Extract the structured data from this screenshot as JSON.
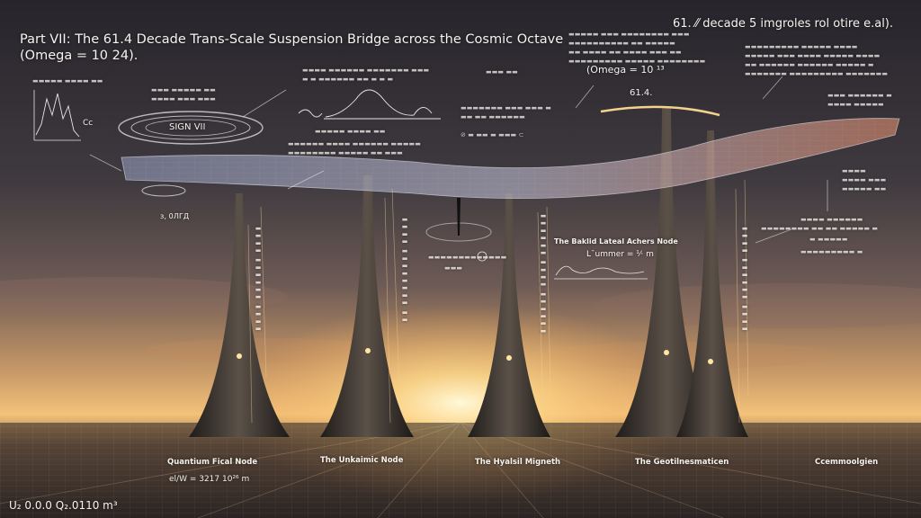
{
  "title": {
    "line1": "Part VII: The 61.4 Decade Trans-Scale Suspension Bridge across the Cosmic Octave",
    "line2": "(Omega = 10 24)."
  },
  "header_right": "61. ⁄⁄ decade 5 imgroles rol otire e.al).",
  "omega_note": "(Omega = 10 ¹³",
  "decade_value": "61.4.",
  "left_panel": {
    "line1": "Cc"
  },
  "ring_label": "SIGN VII",
  "left_annot": "з‚ 0ЛГД",
  "node_mid_label": "The Baklid Lateal Achers Node",
  "node_mid_sub": "Lˉummer = ¹⁄· m",
  "nodes": [
    {
      "name": "Quantium Fical Node"
    },
    {
      "name": "The Unkaimic Node"
    },
    {
      "name": "The Hyalsil Migneth"
    },
    {
      "name": "The Geotilnesmaticen"
    },
    {
      "name": "Ccemmoolgien"
    }
  ],
  "bottom_formula": "U₂ 0.0.0 Q₂.0110 m³",
  "bottom_value": "el/W = 3217 10²⁶ m",
  "colors": {
    "sky_top": "#2a2730",
    "horizon": "#f3c27a",
    "sun": "#fff2c4",
    "tower": "#3a3633",
    "cable": "#f3d190",
    "deck": "#b8bcd6",
    "deck_warm": "#c9876a"
  }
}
